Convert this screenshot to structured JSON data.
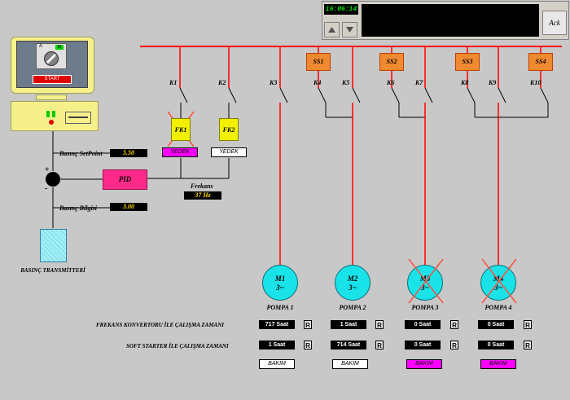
{
  "topbar": {
    "time": "16:06:14",
    "ack_label": "Ack",
    "up_icon": "triangle-up-icon",
    "down_icon": "triangle-down-icon"
  },
  "plc": {
    "start_label": "START",
    "mode_a": "A",
    "mode_m": "M"
  },
  "contacts": {
    "k1": "K1",
    "k2": "K2",
    "k3": "K3",
    "k4": "K4",
    "k5": "K5",
    "k6": "K6",
    "k7": "K7",
    "k8": "K8",
    "k9": "K9",
    "k10": "K10"
  },
  "soft_starters": [
    "SS1",
    "SS2",
    "SS3",
    "SS4"
  ],
  "fk": {
    "fk1": {
      "label": "FK1",
      "state": "YEDEK",
      "state_color": "#ff00ff",
      "failed": true
    },
    "fk2": {
      "label": "FK2",
      "state": "YEDEK",
      "state_color": "#ffffff",
      "failed": false
    }
  },
  "control": {
    "setpoint_label": "Basınç SetPoint",
    "setpoint_value": "5.50",
    "feedback_label": "Basınç Bilgisi",
    "feedback_value": "3.00",
    "pid_label": "PID",
    "plus": "+",
    "minus": "-",
    "frequency_label": "Frekans",
    "frequency_value": "37 Hz",
    "transmitter_label": "BASINÇ TRANSMİTTERİ"
  },
  "motors": [
    {
      "id": "M1",
      "sub": "3~",
      "pump": "POMPA 1",
      "failed": false
    },
    {
      "id": "M2",
      "sub": "3~",
      "pump": "POMPA 2",
      "failed": false
    },
    {
      "id": "M3",
      "sub": "3~",
      "pump": "POMPA 3",
      "failed": true
    },
    {
      "id": "M4",
      "sub": "3~",
      "pump": "POMPA 4",
      "failed": true
    }
  ],
  "table": {
    "row1_label": "FREKANS KONVERTORU İLE ÇALIŞMA ZAMANI",
    "row2_label": "SOFT STARTER İLE ÇALIŞMA ZAMANI",
    "row1_values": [
      "717 Saat",
      "1 Saat",
      "0 Saat",
      "0 Saat"
    ],
    "row2_values": [
      "1 Saat",
      "714 Saat",
      "0 Saat",
      "0 Saat"
    ],
    "reset_label": "R",
    "bakim_label": "BAKIM",
    "bakim_colors": [
      "#ffffff",
      "#ffffff",
      "#ff00ff",
      "#ff00ff"
    ]
  },
  "colors": {
    "line": "#ff0000",
    "background": "#c8c8c8",
    "pid": "#ff2a8a"
  }
}
